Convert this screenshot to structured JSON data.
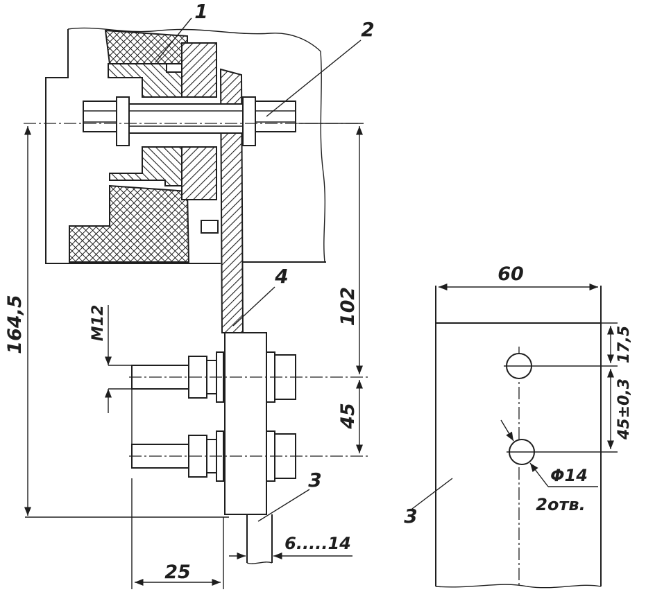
{
  "callouts": {
    "part_1": "1",
    "part_2": "2",
    "part_3_main": "3",
    "part_3_detail": "3",
    "part_4": "4"
  },
  "dimensions": {
    "overall_height": "164,5",
    "upper_span": "102",
    "bolt_spacing": "45",
    "thread": "M12",
    "bolt_projection": "25",
    "thickness_range": "6.....14",
    "plate_width": "60",
    "top_offset": "17,5",
    "hole_spacing": "45±0,3",
    "hole_diameter": "Φ14",
    "hole_count": "2отв."
  }
}
